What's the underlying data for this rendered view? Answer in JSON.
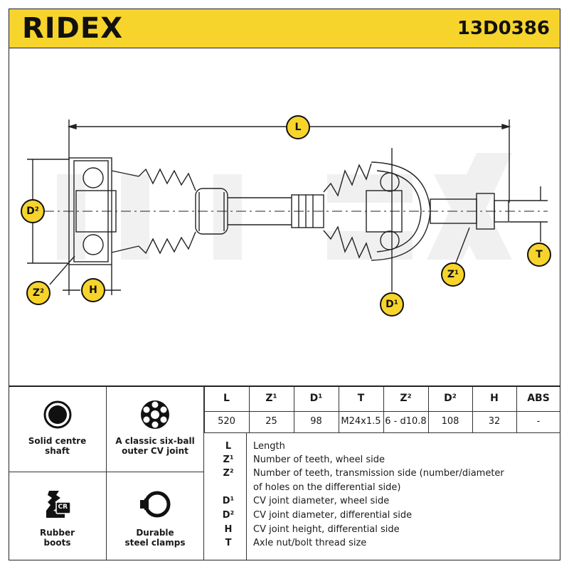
{
  "header": {
    "brand": "RIDEX",
    "part_number": "13D0386"
  },
  "dimension_labels": {
    "L": "L",
    "D2": "D²",
    "D1": "D¹",
    "Z2": "Z²",
    "Z1": "Z¹",
    "H": "H",
    "T": "T"
  },
  "features": [
    {
      "icon": "solid-shaft-icon",
      "label_line1": "Solid centre",
      "label_line2": "shaft"
    },
    {
      "icon": "six-ball-joint-icon",
      "label_line1": "A classic six-ball",
      "label_line2": "outer CV joint"
    },
    {
      "icon": "rubber-boot-icon",
      "label_line1": "Rubber",
      "label_line2": "boots",
      "icon_text": "CR"
    },
    {
      "icon": "steel-clamp-icon",
      "label_line1": "Durable",
      "label_line2": "steel clamps"
    }
  ],
  "spec_table": {
    "headers": [
      "L",
      "Z¹",
      "D¹",
      "T",
      "Z²",
      "D²",
      "H",
      "ABS"
    ],
    "values": [
      "520",
      "25",
      "98",
      "M24x1.5",
      "6 - d10.8",
      "108",
      "32",
      "-"
    ]
  },
  "legend": [
    {
      "key": "L",
      "text": "Length"
    },
    {
      "key": "Z¹",
      "text": "Number of teeth, wheel side"
    },
    {
      "key": "Z²",
      "text": "Number of teeth, transmission side (number/diameter"
    },
    {
      "key": "",
      "text": "of holes on the differential side)"
    },
    {
      "key": "D¹",
      "text": "CV joint diameter, wheel side"
    },
    {
      "key": "D²",
      "text": "CV joint diameter, differential side"
    },
    {
      "key": "H",
      "text": "CV joint height, differential side"
    },
    {
      "key": "T",
      "text": "Axle nut/bolt thread size"
    }
  ],
  "colors": {
    "accent": "#f7d42c",
    "line": "#222222"
  }
}
